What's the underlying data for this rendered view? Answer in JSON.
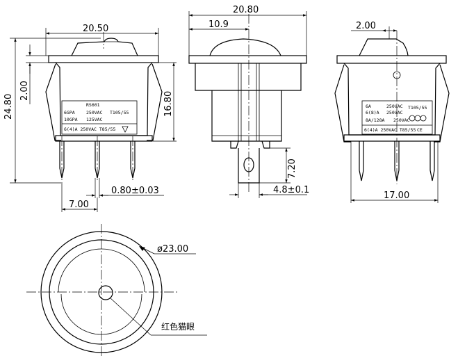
{
  "dimensions": {
    "width_front": "20.50",
    "width_side": "20.80",
    "side_step": "10.9",
    "right_offset": "2.00",
    "left_offset": "2.00",
    "total_height": "24.80",
    "body_height": "16.80",
    "pin_thickness": "0.80±0.03",
    "pin_pitch": "7.00",
    "pin_length": "7.20",
    "terminal_width": "4.8±0.1",
    "pin_span": "17.00",
    "diameter": "ø23.00"
  },
  "labels": {
    "model": "RS601",
    "front_l1a": "6GPA",
    "front_l1b": "250VAC",
    "front_l1c": "T105/55",
    "front_l2a": "10GPA",
    "front_l2b": "125VAC",
    "front_l3": "6(4)A 250VAC T85/55",
    "right_l1a": "6A",
    "right_l1b": "250VAC",
    "right_l1c": "T105/55",
    "right_l2a": "6(8)A",
    "right_l2b": "250VAC",
    "right_l3a": "8A/128A",
    "right_l3b": "250VAC",
    "right_l4": "6(4)A 250VAC T85/55",
    "cert_mark": "CQC",
    "ce_mark": "CE",
    "red_eye": "红色猫眼"
  }
}
